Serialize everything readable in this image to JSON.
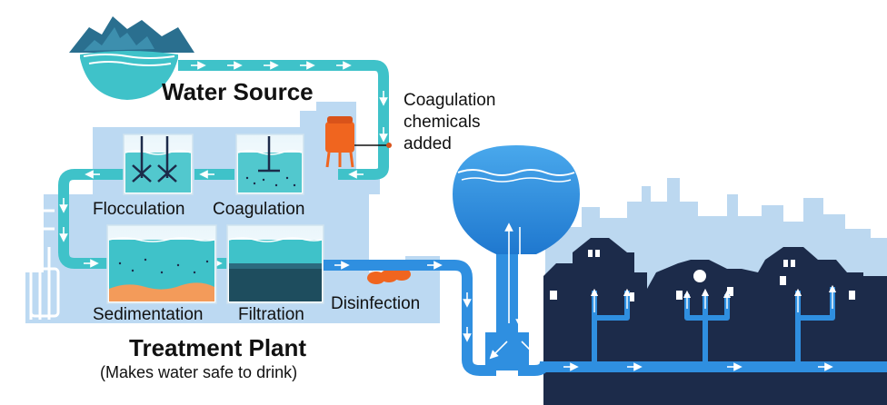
{
  "labels": {
    "water_source": "Water Source",
    "coagulation_chemicals": [
      "Coagulation",
      "chemicals",
      "added"
    ],
    "flocculation": "Flocculation",
    "coagulation": "Coagulation",
    "sedimentation": "Sedimentation",
    "filtration": "Filtration",
    "disinfection": "Disinfection",
    "treatment_plant": "Treatment Plant",
    "treatment_plant_note": "(Makes water safe to drink)"
  },
  "colors": {
    "pipe_teal": "#3fc2c9",
    "pipe_blue": "#2f8fe0",
    "water_blue": "#2a8fe0",
    "plant_bg": "#bcd9f2",
    "skyline": "#bcd8f0",
    "houses": "#1c2b4a",
    "mountain": "#2a6f8f",
    "chemical_tank": "#f0651f",
    "sediment": "#f39b5a",
    "filter_media": "#1e4d5e"
  }
}
